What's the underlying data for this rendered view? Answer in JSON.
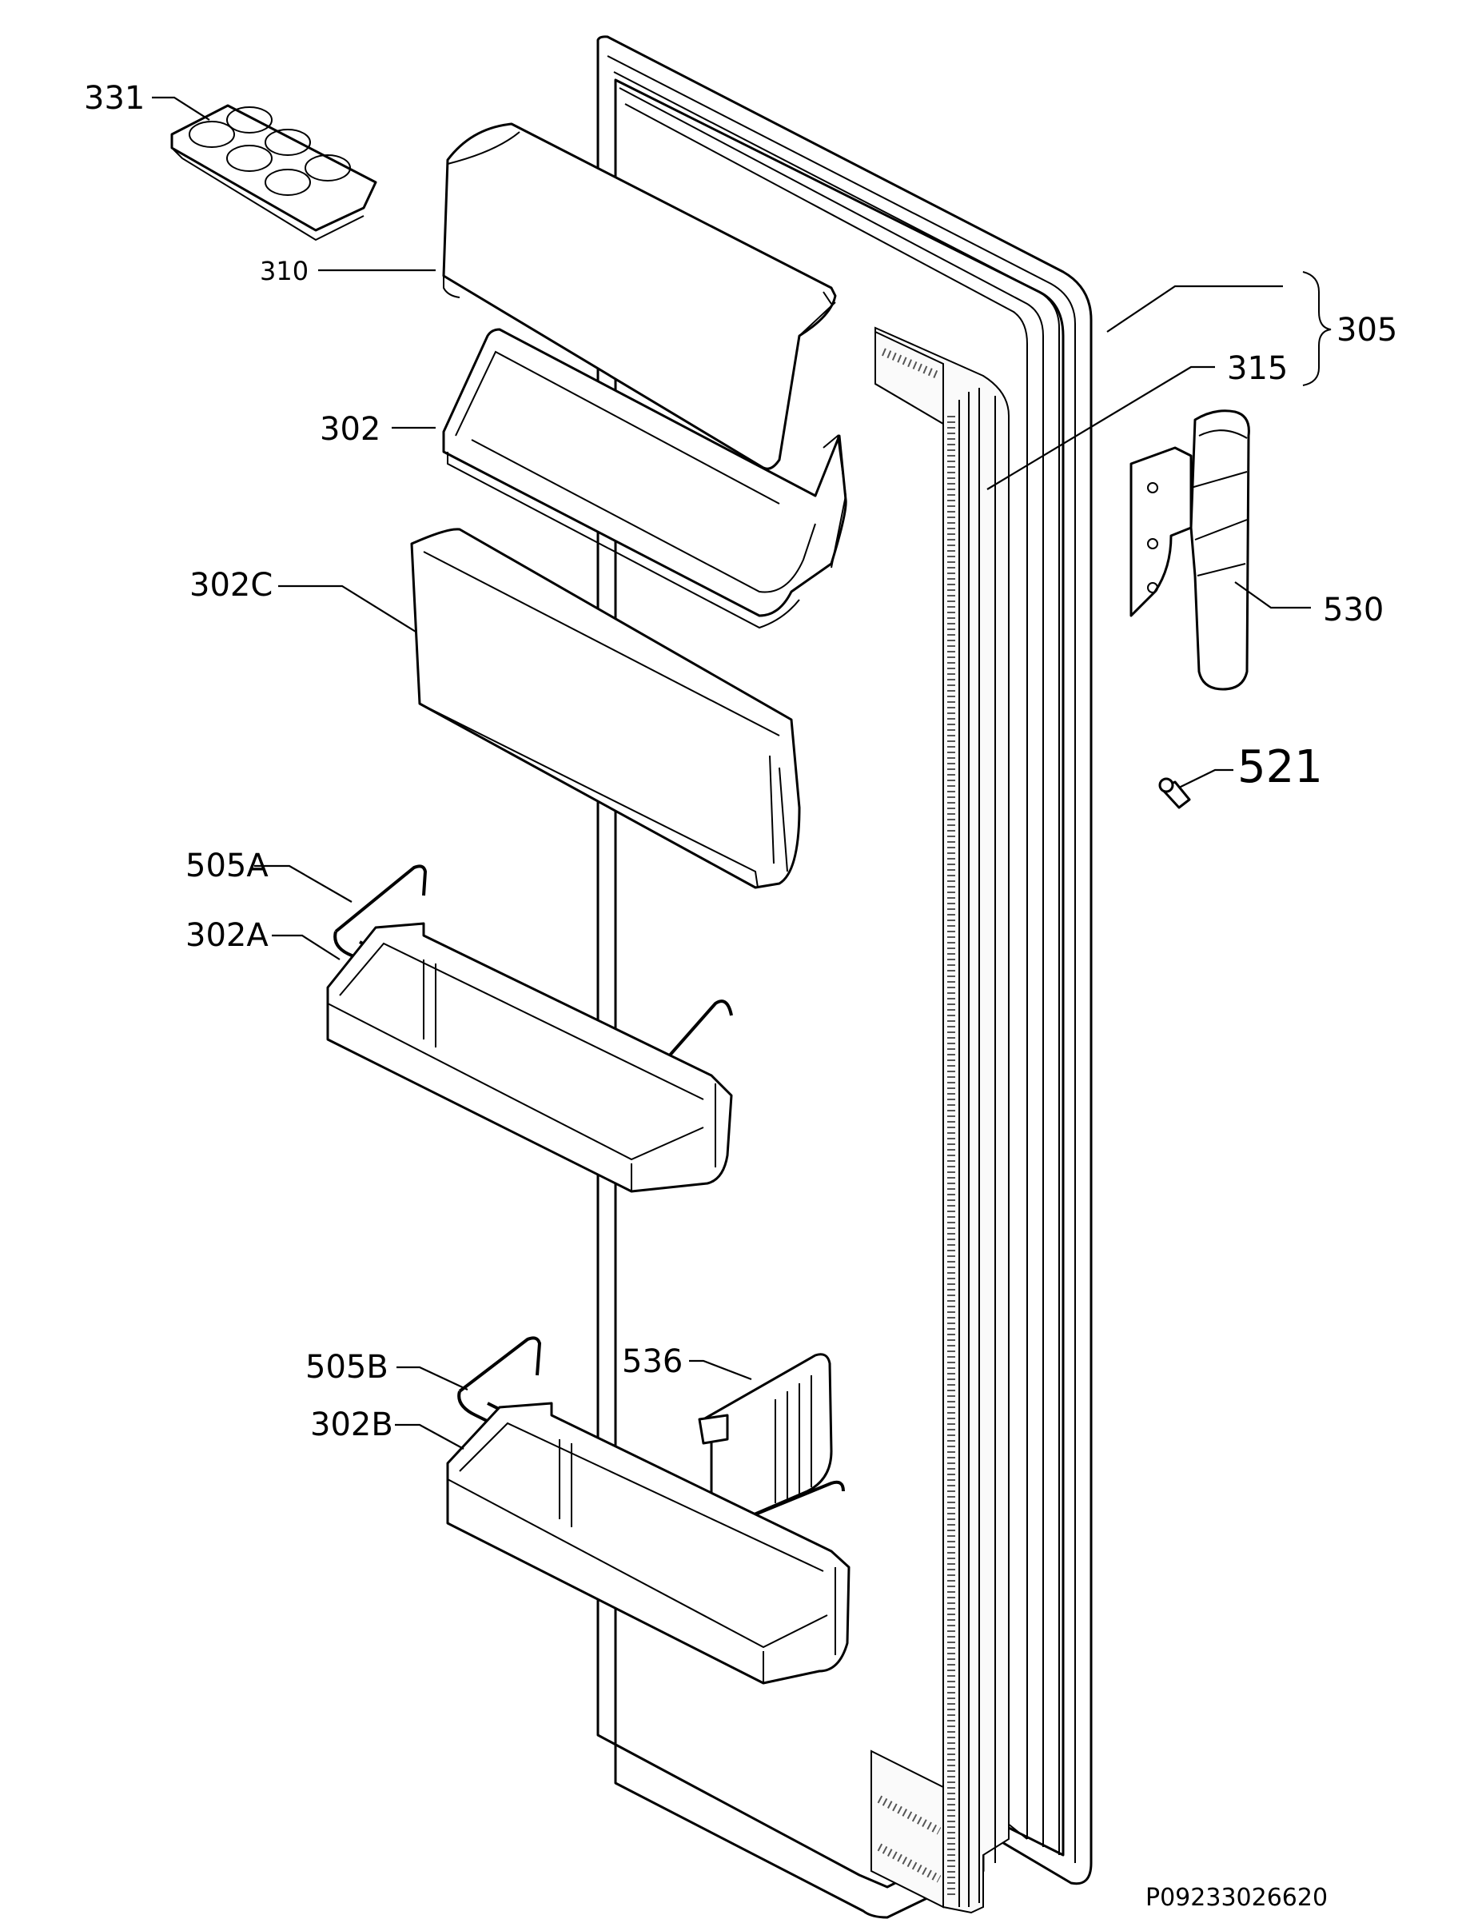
{
  "labels": {
    "l331": "331",
    "l310": "310",
    "l302": "302",
    "l302c": "302C",
    "l305": "305",
    "l315": "315",
    "l530": "530",
    "l521": "521",
    "l505a": "505A",
    "l302a": "302A",
    "l505b": "505B",
    "l302b": "302B",
    "l536": "536"
  },
  "footer": {
    "code": "P09233026620"
  }
}
